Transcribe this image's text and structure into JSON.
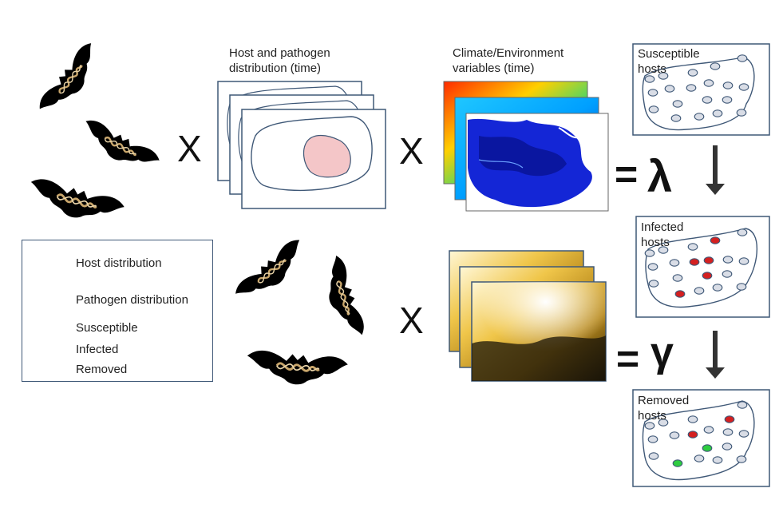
{
  "host_pathogen": {
    "title_line1": "Host and pathogen",
    "title_line2": "distribution (time)"
  },
  "climate": {
    "title_line1": "Climate/Environment",
    "title_line2": "variables (time)"
  },
  "operators": {
    "times": "X",
    "equals": "=",
    "lambda": "λ",
    "gamma": "γ"
  },
  "legend": {
    "items": [
      {
        "label": "Host distribution",
        "icon": "host-outline-icon"
      },
      {
        "label": "Pathogen distribution",
        "icon": "pathogen-shape-icon"
      },
      {
        "label": "Susceptible",
        "icon": "susceptible-dot-icon",
        "color": "#d9dde6"
      },
      {
        "label": "Infected",
        "icon": "infected-dot-icon",
        "color": "#d42020"
      },
      {
        "label": "Removed",
        "icon": "removed-dot-icon",
        "color": "#2ecc40"
      }
    ]
  },
  "states": {
    "susceptible": {
      "line1": "Susceptible",
      "line2": "hosts"
    },
    "infected": {
      "line1": "Infected",
      "line2": "hosts"
    },
    "removed": {
      "line1": "Removed",
      "line2": "hosts"
    }
  },
  "colors": {
    "frame": "#3f5877",
    "pathogen_fill": "#f4c6c8",
    "host_line": "#3f5877",
    "arrow": "#333333"
  }
}
